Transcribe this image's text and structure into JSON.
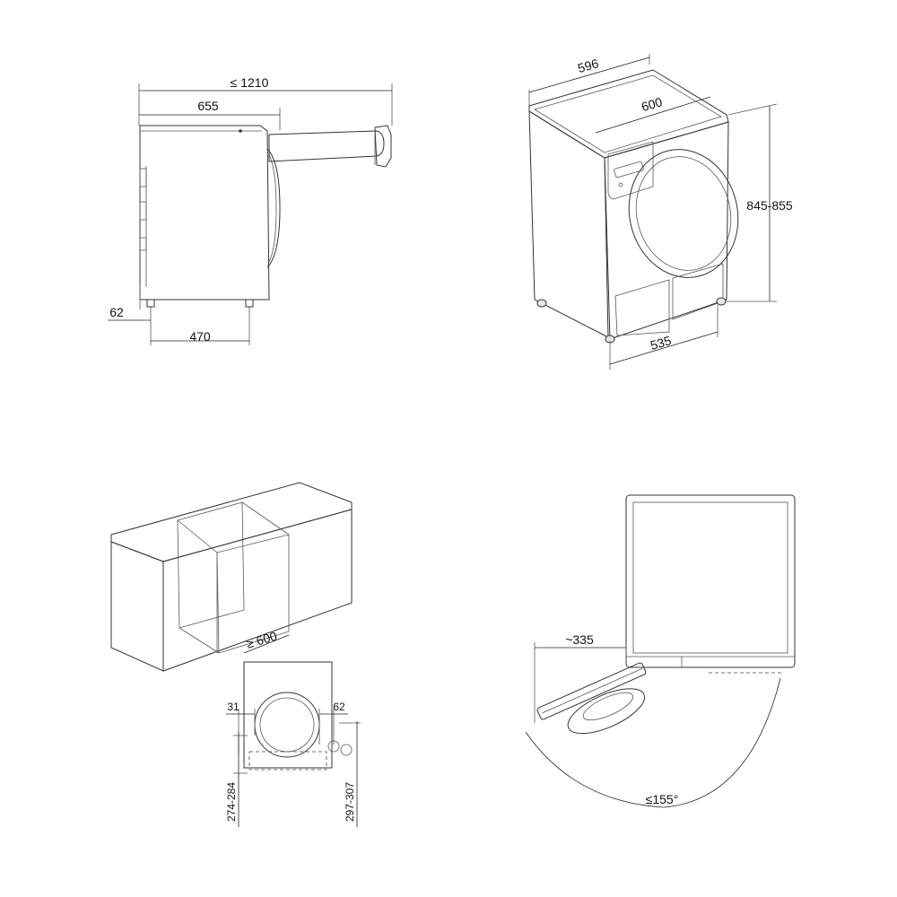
{
  "side_view": {
    "total_depth": "≤ 1210",
    "body_depth": "655",
    "foot_offset": "62",
    "foot_spacing": "470"
  },
  "iso_view": {
    "top_width": "596",
    "top_depth": "600",
    "height": "845-855",
    "foot_width": "535"
  },
  "niche_view": {
    "niche_depth": "≥ 600",
    "left_offset": "31",
    "right_offset": "62",
    "left_height": "274-284",
    "right_height": "297-307"
  },
  "door_view": {
    "door_swing": "~335",
    "door_angle": "≤155°"
  }
}
